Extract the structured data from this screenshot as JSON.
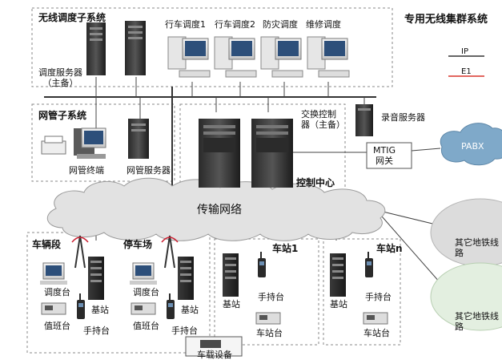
{
  "title": "专用无线集群系统",
  "legend": {
    "ip": "IP",
    "e1": "E1",
    "ip_color": "#333333",
    "e1_color": "#d9342b"
  },
  "colors": {
    "cloud": "#e2e2e2",
    "pabx": "#7fa9c9",
    "green_cloud": "#e3efe0",
    "grey_cloud": "#dcdcdc",
    "dash": "#888888",
    "bus": "#333333"
  },
  "wireless_dispatch": {
    "title": "无线调度子系统",
    "server_label": "调度服务器\n（主备）",
    "consoles": [
      "行车调度1",
      "行车调度2",
      "防灾调度",
      "维修调度"
    ]
  },
  "network_mgmt": {
    "title": "网管子系统",
    "terminal": "网管终端",
    "server": "网管服务器"
  },
  "control_center": {
    "title": "控制中心",
    "switch": "交换控制\n器（主备）",
    "recorder": "录音服务器",
    "gateway": "MTIG\n网关",
    "pabx": "PABX"
  },
  "transport": "传输网络",
  "sites": [
    {
      "title": "车辆段",
      "dispatch": "调度台",
      "duty": "值班台",
      "base": "基站",
      "handheld": "手持台"
    },
    {
      "title": "停车场",
      "dispatch": "调度台",
      "duty": "值班台",
      "base": "基站",
      "handheld": "手持台"
    },
    {
      "title": "车站1",
      "base": "基站",
      "handheld": "手持台",
      "station": "车站台"
    },
    {
      "title": "车站n",
      "base": "基站",
      "handheld": "手持台",
      "station": "车站台"
    }
  ],
  "other_lines": [
    "其它地铁线\n路",
    "其它地铁线\n路"
  ],
  "vehicle": "车载设备"
}
